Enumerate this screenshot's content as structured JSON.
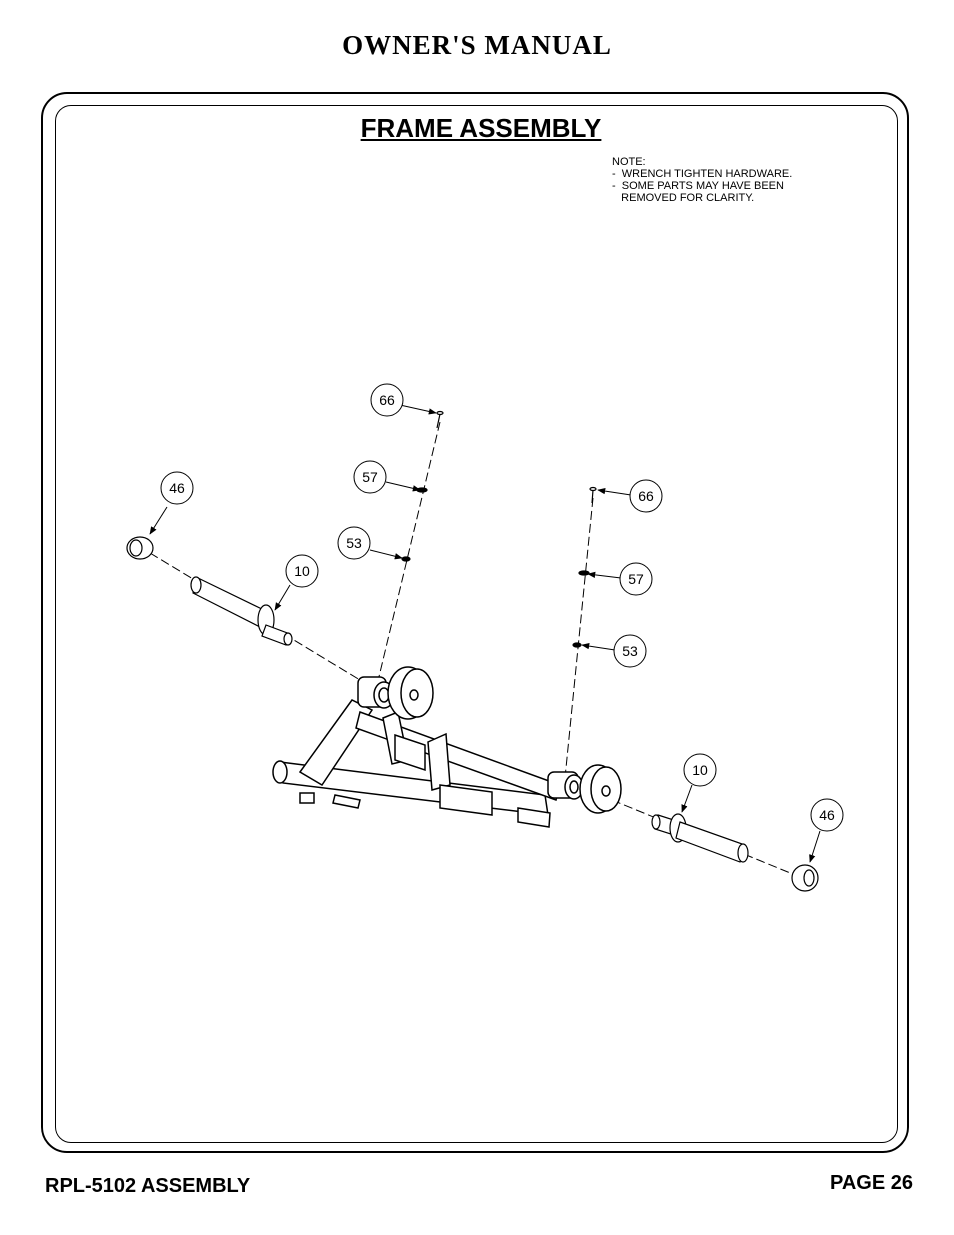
{
  "header": {
    "title": "OWNER'S MANUAL"
  },
  "section": {
    "title": "FRAME ASSEMBLY"
  },
  "note": {
    "heading": "NOTE:",
    "lines": [
      "-  WRENCH TIGHTEN HARDWARE.",
      "-  SOME PARTS MAY HAVE BEEN",
      "   REMOVED FOR CLARITY."
    ]
  },
  "callouts": {
    "c66_left": "66",
    "c57_left": "57",
    "c53_left": "53",
    "c46_left": "46",
    "c10_left": "10",
    "c66_right": "66",
    "c57_right": "57",
    "c53_right": "53",
    "c10_right": "10",
    "c46_right": "46"
  },
  "footer": {
    "left": "RPL-5102 ASSEMBLY",
    "right": "PAGE 26"
  }
}
